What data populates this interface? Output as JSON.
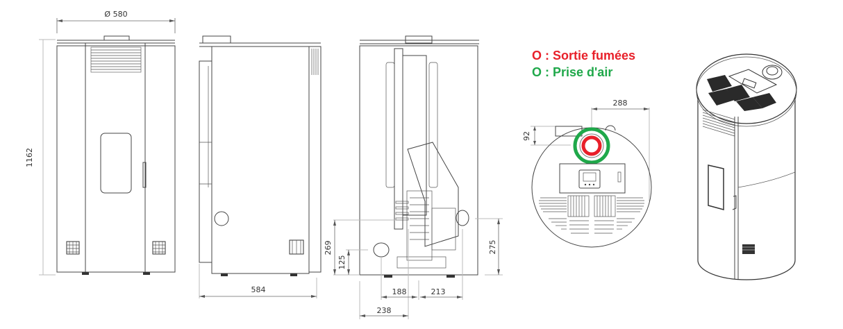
{
  "legend": {
    "flue_outlet": {
      "symbol": "O",
      "label": "O : Sortie fumées",
      "color": "#e8202a"
    },
    "air_intake": {
      "symbol": "O",
      "label": "O : Prise d'air",
      "color": "#1fa84a"
    }
  },
  "views": {
    "front": {
      "name": "front-view",
      "dimensions": {
        "width": "Ø 580",
        "height": "1162"
      }
    },
    "side": {
      "name": "side-view",
      "dimensions": {
        "depth": "584"
      }
    },
    "rear": {
      "name": "rear-view",
      "dimensions": {
        "air_intake_height": "269",
        "flue_height_small": "125",
        "right_outlet_height": "275",
        "offset_188": "188",
        "offset_213": "213",
        "offset_238": "238"
      }
    },
    "top": {
      "name": "top-view",
      "dimensions": {
        "flue_offset": "288",
        "flue_depth": "92"
      }
    },
    "isometric": {
      "name": "3d-view"
    }
  }
}
